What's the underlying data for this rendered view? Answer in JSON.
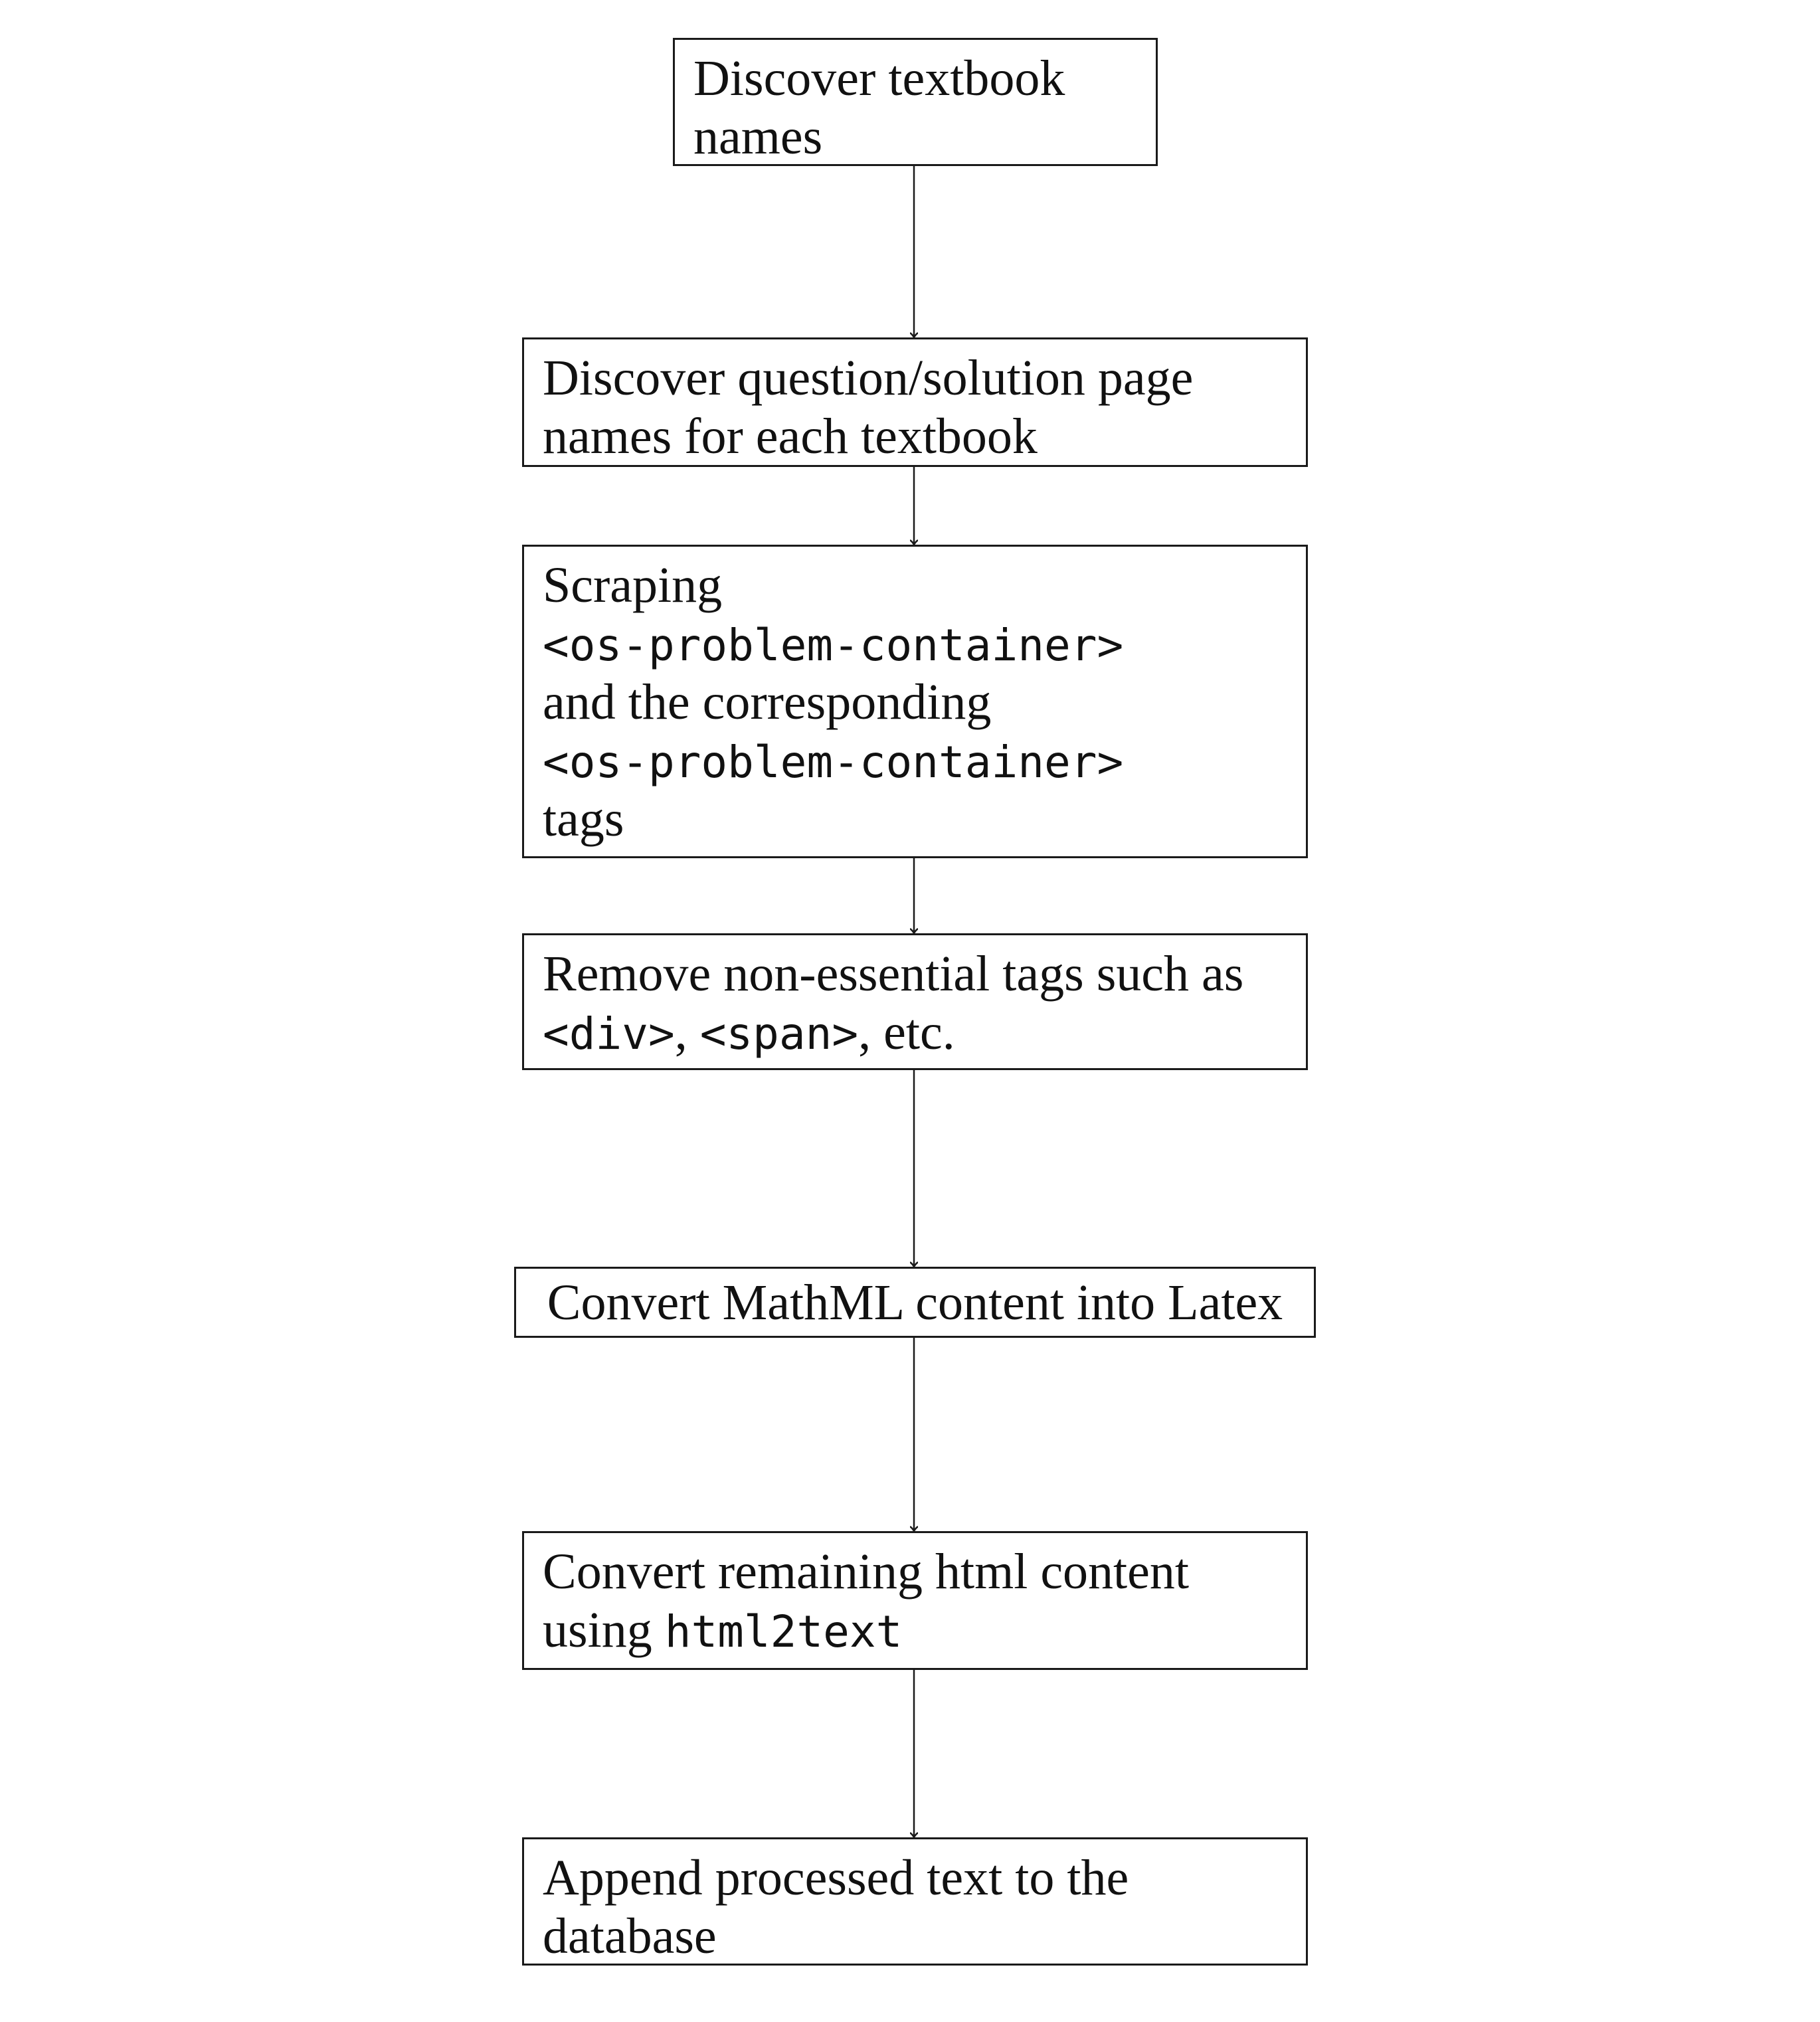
{
  "steps": [
    {
      "lines": [
        [
          {
            "t": "Discover textbook"
          }
        ],
        [
          {
            "t": "names"
          }
        ]
      ]
    },
    {
      "lines": [
        [
          {
            "t": "Discover question/solution page"
          }
        ],
        [
          {
            "t": "names for each textbook"
          }
        ]
      ]
    },
    {
      "lines": [
        [
          {
            "t": "Scraping"
          }
        ],
        [
          {
            "t": "<os-problem-container>",
            "mono": true
          }
        ],
        [
          {
            "t": "and the corresponding"
          }
        ],
        [
          {
            "t": "<os-problem-container>",
            "mono": true
          }
        ],
        [
          {
            "t": "tags"
          }
        ]
      ]
    },
    {
      "lines": [
        [
          {
            "t": "Remove non-essential tags such as"
          }
        ],
        [
          {
            "t": "<div>",
            "mono": true
          },
          {
            "t": ", "
          },
          {
            "t": "<span>",
            "mono": true
          },
          {
            "t": ", etc."
          }
        ]
      ]
    },
    {
      "lines": [
        [
          {
            "t": "Convert MathML content into Latex"
          }
        ]
      ]
    },
    {
      "lines": [
        [
          {
            "t": "Convert remaining html content"
          }
        ],
        [
          {
            "t": "using "
          },
          {
            "t": "html2text",
            "mono": true
          }
        ]
      ]
    },
    {
      "lines": [
        [
          {
            "t": "Append processed text to the"
          }
        ],
        [
          {
            "t": "database"
          }
        ]
      ]
    }
  ],
  "colors": {
    "stroke": "#1a1a1a",
    "text": "#111111",
    "background": "#ffffff"
  }
}
